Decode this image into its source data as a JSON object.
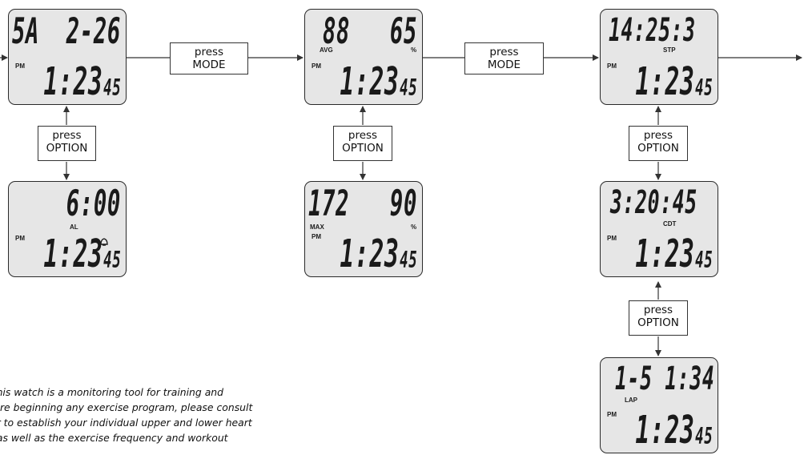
{
  "screens": {
    "s1": {
      "top_left": "5A",
      "top_right": "2-26",
      "pm": "PM",
      "main_big": "1:23",
      "main_small": "45"
    },
    "s2": {
      "top_right": "6:00",
      "mode": "AL",
      "pm": "PM",
      "main_big": "1:23",
      "main_small": "45",
      "bell": "bell-icon"
    },
    "s3": {
      "top_left": "88",
      "top_right": "65",
      "mode": "AVG",
      "unit": "%",
      "pm": "PM",
      "main_big": "1:23",
      "main_small": "45"
    },
    "s4": {
      "top_left": "172",
      "top_right": "90",
      "mode": "MAX",
      "unit": "%",
      "pm": "PM",
      "main_big": "1:23",
      "main_small": "45"
    },
    "s5": {
      "top": "14:25:3",
      "mode": "STP",
      "pm": "PM",
      "main_big": "1:23",
      "main_small": "45"
    },
    "s6": {
      "top": "3:20:45",
      "mode": "CDT",
      "pm": "PM",
      "main_big": "1:23",
      "main_small": "45"
    },
    "s7": {
      "top": "1-5 1:34",
      "mode": "LAP",
      "pm": "PM",
      "main_big": "1:23",
      "main_small": "45"
    }
  },
  "buttons": {
    "mode1": {
      "line1": "press",
      "line2": "MODE"
    },
    "mode2": {
      "line1": "press",
      "line2": "MODE"
    },
    "option1": {
      "line1": "press",
      "line2": "OPTION"
    },
    "option2": {
      "line1": "press",
      "line2": "OPTION"
    },
    "option3": {
      "line1": "press",
      "line2": "OPTION"
    },
    "option4": {
      "line1": "press",
      "line2": "OPTION"
    }
  },
  "note": {
    "lines": [
      "This watch is a monitoring tool for training and",
      "fore beginning any exercise program, please consult",
      "or to establish your individual upper and lower heart",
      ", as well as the exercise frequency and workout"
    ]
  },
  "colors": {
    "lcd_background": "#e6e6e6",
    "ink": "#1a1a1a",
    "line": "#333333"
  }
}
